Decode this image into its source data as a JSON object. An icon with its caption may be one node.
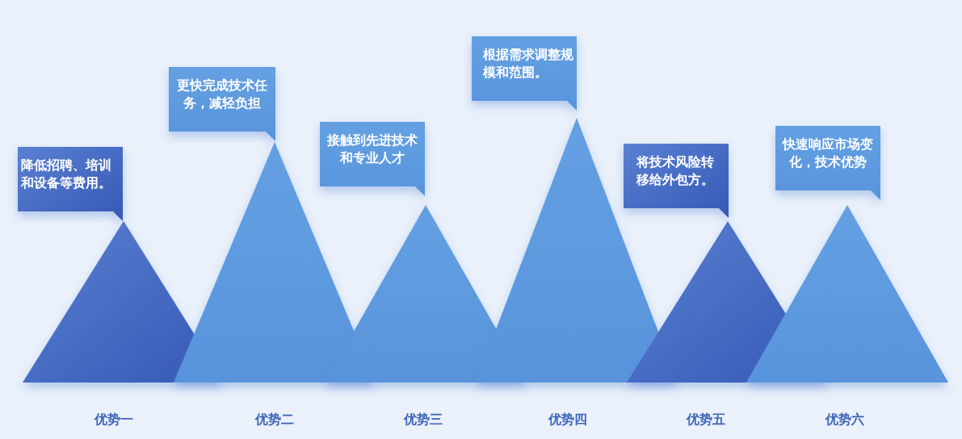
{
  "diagram": {
    "nodes": [
      {
        "text": [
          "降低招聘、培训和设备等费用。"
        ]
      },
      {
        "text": [
          "优势一"
        ]
      },
      {
        "text": [
          "更快完成技术任务，减轻负担"
        ]
      },
      {
        "text": [
          "优势二"
        ]
      },
      {
        "text": [
          "接触到先进技术和专业人才"
        ]
      },
      {
        "text": [
          "优势三"
        ]
      },
      {
        "text": [
          "根据需求调整规模和范围。"
        ]
      },
      {
        "text": [
          "优势四"
        ]
      },
      {
        "text": [
          "将技术风险转移给外包方。"
        ]
      },
      {
        "text": [
          "优势五"
        ]
      },
      {
        "text": [
          "快速响应市场变化，技术优势"
        ]
      },
      {
        "text": [
          "优势六"
        ]
      }
    ]
  }
}
